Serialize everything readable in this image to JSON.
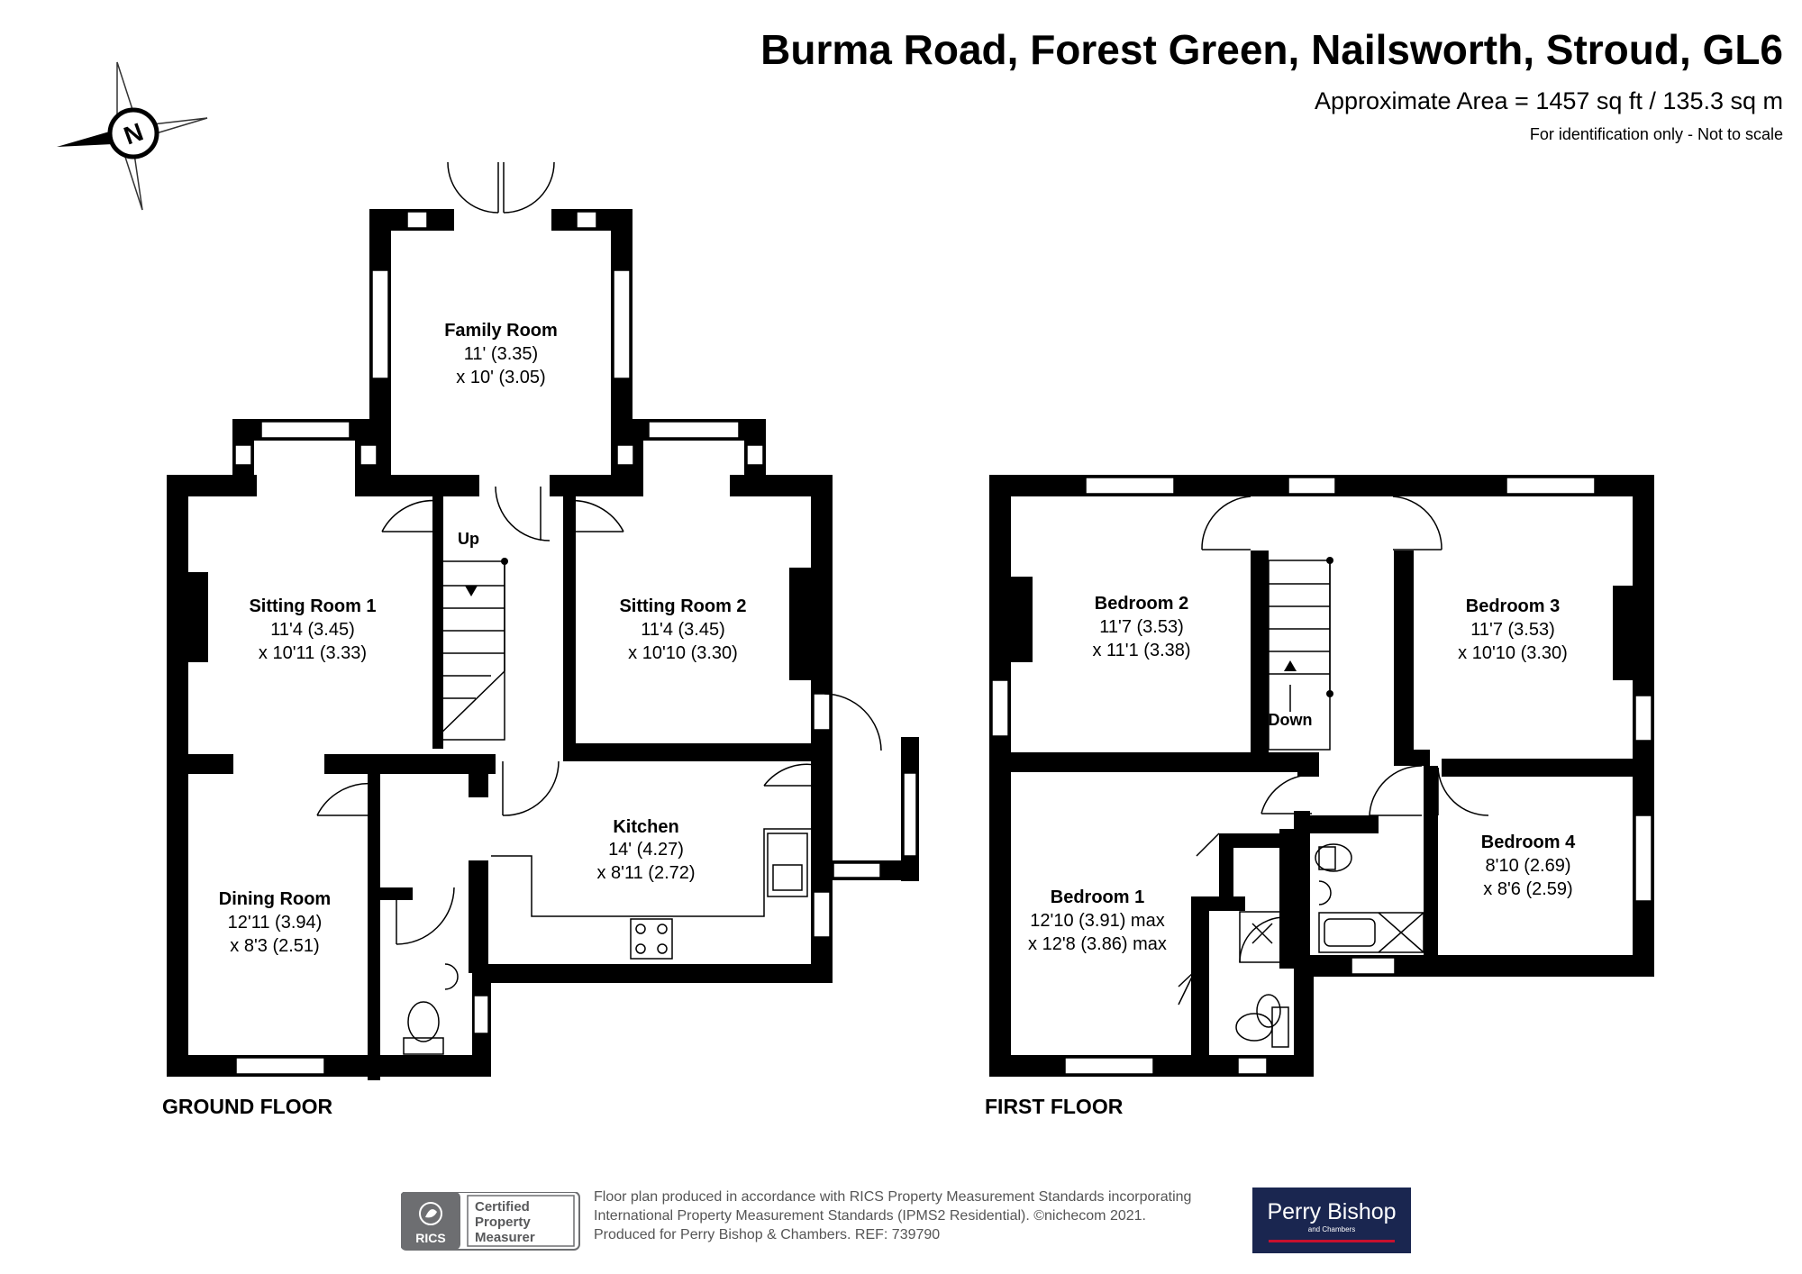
{
  "header": {
    "title": "Burma Road, Forest Green, Nailsworth, Stroud, GL6",
    "area": "Approximate Area = 1457 sq ft / 135.3 sq m",
    "note": "For identification only - Not to scale"
  },
  "compass": {
    "letter": "N",
    "icon": "compass-icon"
  },
  "ground_floor": {
    "label": "GROUND FLOOR",
    "stairs_label": "Up",
    "rooms": [
      {
        "name": "Family Room",
        "dim1": "11' (3.35)",
        "dim2": "x 10' (3.05)"
      },
      {
        "name": "Sitting Room 1",
        "dim1": "11'4 (3.45)",
        "dim2": "x 10'11 (3.33)"
      },
      {
        "name": "Sitting Room 2",
        "dim1": "11'4 (3.45)",
        "dim2": "x 10'10 (3.30)"
      },
      {
        "name": "Kitchen",
        "dim1": "14' (4.27)",
        "dim2": "x 8'11 (2.72)"
      },
      {
        "name": "Dining Room",
        "dim1": "12'11 (3.94)",
        "dim2": "x 8'3 (2.51)"
      }
    ]
  },
  "first_floor": {
    "label": "FIRST FLOOR",
    "stairs_label": "Down",
    "rooms": [
      {
        "name": "Bedroom 2",
        "dim1": "11'7 (3.53)",
        "dim2": "x 11'1 (3.38)"
      },
      {
        "name": "Bedroom 3",
        "dim1": "11'7 (3.53)",
        "dim2": "x 10'10 (3.30)"
      },
      {
        "name": "Bedroom 1",
        "dim1": "12'10 (3.91) max",
        "dim2": "x 12'8 (3.86) max"
      },
      {
        "name": "Bedroom 4",
        "dim1": "8'10 (2.69)",
        "dim2": "x 8'6 (2.59)"
      }
    ]
  },
  "footer": {
    "rics_badge": [
      "Certified",
      "Property",
      "Measurer"
    ],
    "rics_logo_text": "RICS",
    "disclaimer": [
      "Floor plan produced in accordance with RICS Property Measurement Standards incorporating",
      "International Property Measurement Standards (IPMS2 Residential).  ©nichecom 2021.",
      "Produced for Perry Bishop & Chambers.   REF:  739790"
    ],
    "agent_name": "Perry Bishop",
    "agent_sub": "and Chambers"
  },
  "colors": {
    "wall": "#000000",
    "window": "#ffffff",
    "agent_bg": "#1a2650",
    "agent_accent": "#c8102e",
    "badge_grey": "#6d6e71"
  }
}
